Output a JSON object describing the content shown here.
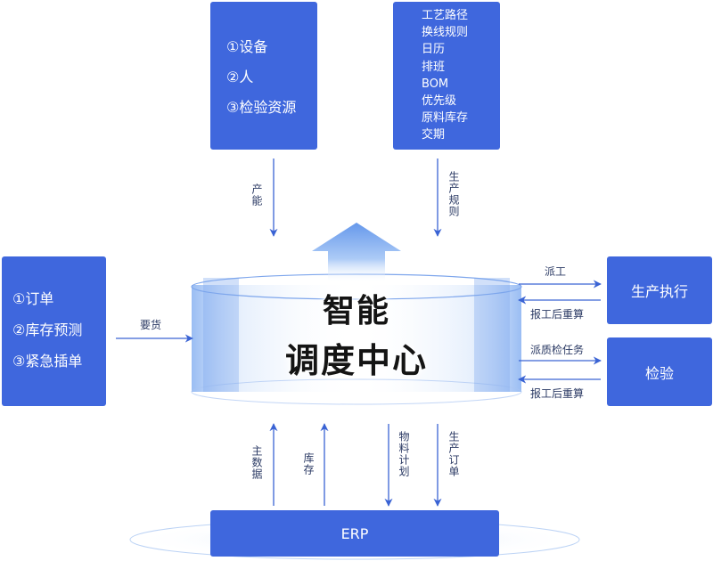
{
  "boxes": {
    "top_left": {
      "items": [
        "①设备",
        "②人",
        "③检验资源"
      ]
    },
    "top_right": {
      "items": [
        "工艺路径",
        "换线规则",
        "日历",
        "排班",
        "BOM",
        "优先级",
        "原料库存",
        "交期"
      ]
    },
    "left": {
      "items": [
        "①订单",
        "②库存预测",
        "③紧急插单"
      ]
    },
    "production_execution": "生产执行",
    "inspection": "检验",
    "erp": "ERP"
  },
  "center": {
    "title_line1": "智能",
    "title_line2": "调度中心"
  },
  "arrows": {
    "capacity": "产能",
    "production_rules": "生产规则",
    "demand": "要货",
    "dispatch": "派工",
    "report_recalc_1": "报工后重算",
    "dispatch_quality_task": "派质检任务",
    "report_recalc_2": "报工后重算",
    "master_data": "主数据",
    "inventory": "库存",
    "material_plan": "物料计划",
    "production_order": "生产订单"
  },
  "colors": {
    "box": "#3f67dd",
    "arrow": "#3a63d4",
    "glow": "#a9c8f5"
  }
}
